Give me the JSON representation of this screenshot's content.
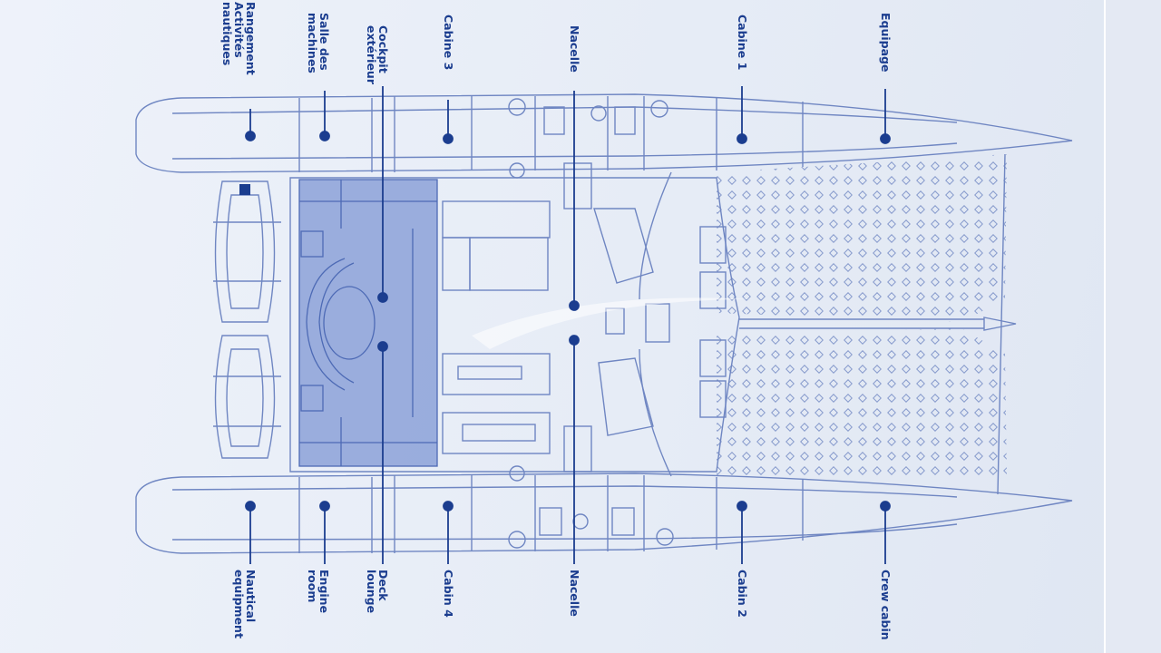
{
  "colors": {
    "paper": "#e9eef7",
    "ink": "#6f86c2",
    "label": "#1b3d8f",
    "deck_fill": "#7f97d4"
  },
  "labels_top": [
    {
      "id": "rangement",
      "lines": [
        "Rangement",
        "Activités",
        "nautiques"
      ]
    },
    {
      "id": "salle-machines",
      "lines": [
        "Salle des",
        "machines"
      ]
    },
    {
      "id": "cockpit",
      "lines": [
        "Cockpit",
        "extérieur"
      ]
    },
    {
      "id": "cabine-3",
      "lines": [
        "Cabine 3"
      ]
    },
    {
      "id": "nacelle-top",
      "lines": [
        "Nacelle"
      ]
    },
    {
      "id": "cabine-1",
      "lines": [
        "Cabine 1"
      ]
    },
    {
      "id": "equipage",
      "lines": [
        "Equipage"
      ]
    }
  ],
  "labels_bottom": [
    {
      "id": "nautical-equipment",
      "lines": [
        "Nautical",
        "equipment"
      ]
    },
    {
      "id": "engine-room",
      "lines": [
        "Engine",
        "room"
      ]
    },
    {
      "id": "deck-lounge",
      "lines": [
        "Deck",
        "lounge"
      ]
    },
    {
      "id": "cabin-4",
      "lines": [
        "Cabin 4"
      ]
    },
    {
      "id": "nacelle-bottom",
      "lines": [
        "Nacelle"
      ]
    },
    {
      "id": "cabin-2",
      "lines": [
        "Cabin 2"
      ]
    },
    {
      "id": "crew-cabin",
      "lines": [
        "Crew cabin"
      ]
    }
  ]
}
